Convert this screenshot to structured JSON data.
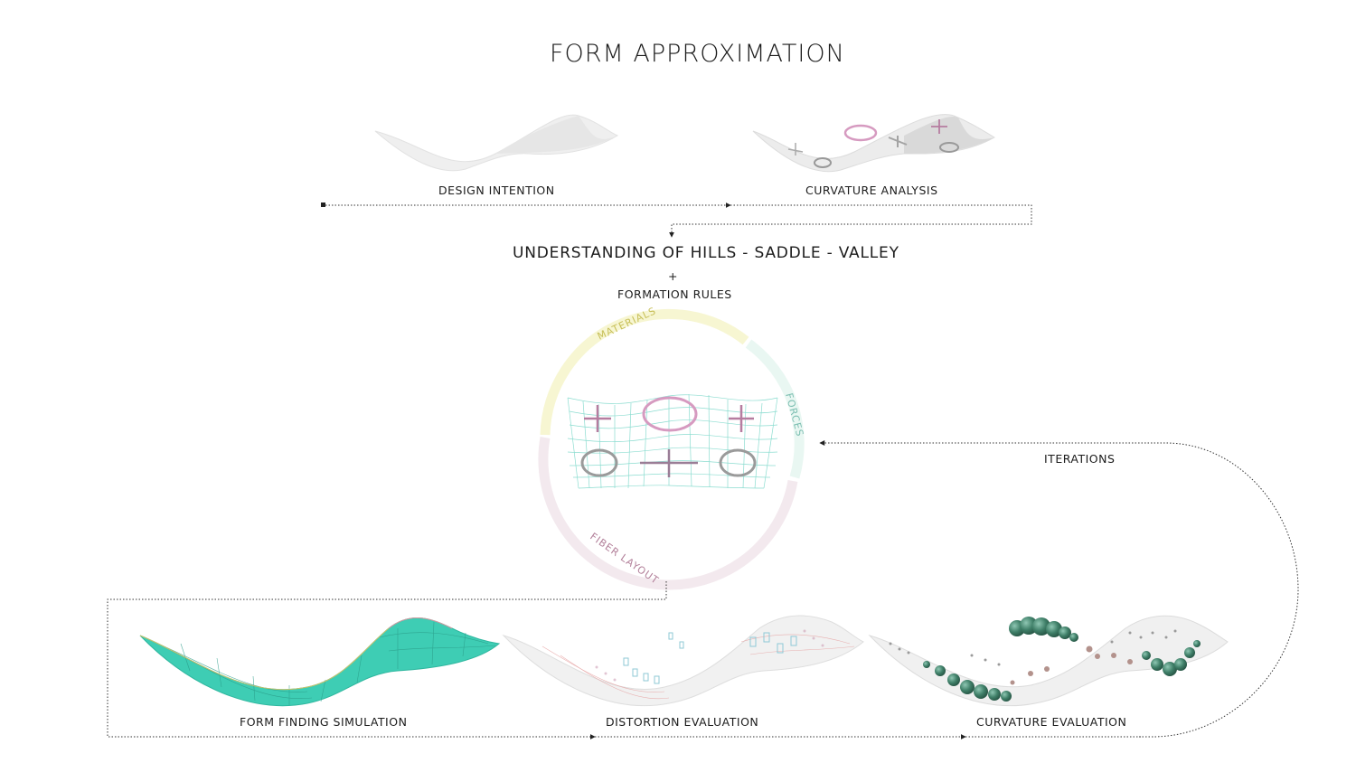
{
  "title": "FORM APPROXIMATION",
  "top_steps": [
    {
      "label": "DESIGN INTENTION"
    },
    {
      "label": "CURVATURE ANALYSIS"
    }
  ],
  "center": {
    "heading": "UNDERSTANDING OF HILLS - SADDLE - VALLEY",
    "plus": "+",
    "subheading": "FORMATION RULES",
    "ring_segments": [
      {
        "label": "MATERIALS",
        "color": "#f7f6d2",
        "text_color": "#c7bf58"
      },
      {
        "label": "FORCES",
        "color": "#e9f7f2",
        "text_color": "#7dbfb2"
      },
      {
        "label": "FIBER LAYOUT",
        "color": "#f3e9ee",
        "text_color": "#b27f99"
      }
    ]
  },
  "loop_label": "ITERATIONS",
  "bottom_steps": [
    {
      "label": "FORM FINDING SIMULATION"
    },
    {
      "label": "DISTORTION EVALUATION"
    },
    {
      "label": "CURVATURE EVALUATION"
    }
  ],
  "colors": {
    "mesh": "#3ecdb4",
    "accent_pink": "#d69ac0",
    "grey_symbol": "#9a9a9a",
    "sphere_green": "#4b8a74"
  }
}
